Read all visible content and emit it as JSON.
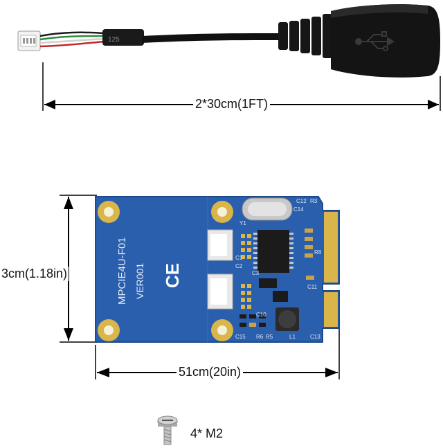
{
  "cable": {
    "dimension_label": "2*30cm(1FT)",
    "wire_print": "125"
  },
  "board": {
    "model": "MPCIE4U-F01",
    "version": "VER001",
    "ce_mark": "CE",
    "height_label": "3cm(1.18in)",
    "width_label": "51cm(20in)",
    "silkscreen": {
      "r3": "R3",
      "c12": "C12",
      "c14": "C14",
      "r8": "R8",
      "c1": "C1",
      "c2": "C2",
      "c3": "C3",
      "c13": "C13",
      "r5": "R5",
      "r6": "R6",
      "c15": "C15",
      "l1": "L1",
      "c10": "C10",
      "c11": "C11",
      "y1": "Y1"
    }
  },
  "screw": {
    "label": "4* M2"
  },
  "colors": {
    "pcb": "#2a5fae",
    "pcb_dark": "#1e4a8c",
    "gold": "#d9b54a",
    "cable": "#111111",
    "arrow": "#000000"
  }
}
